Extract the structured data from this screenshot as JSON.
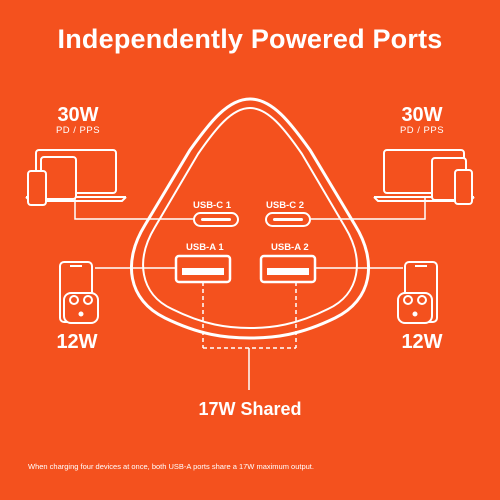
{
  "title": "Independently Powered Ports",
  "left_top": {
    "watt": "30W",
    "protocol": "PD / PPS"
  },
  "right_top": {
    "watt": "30W",
    "protocol": "PD / PPS"
  },
  "left_bottom": {
    "watt": "12W"
  },
  "right_bottom": {
    "watt": "12W"
  },
  "ports": {
    "usb_c1": "USB-C 1",
    "usb_c2": "USB-C 2",
    "usb_a1": "USB-A 1",
    "usb_a2": "USB-A 2"
  },
  "shared_label": "17W Shared",
  "footnote": "When charging four devices at once, both USB-A ports share a 17W maximum output.",
  "colors": {
    "background": "#F4511E",
    "foreground": "#FFFFFF"
  },
  "icons": [
    "laptop-icon",
    "tablet-icon",
    "phone-icon",
    "earbuds-case-icon"
  ]
}
